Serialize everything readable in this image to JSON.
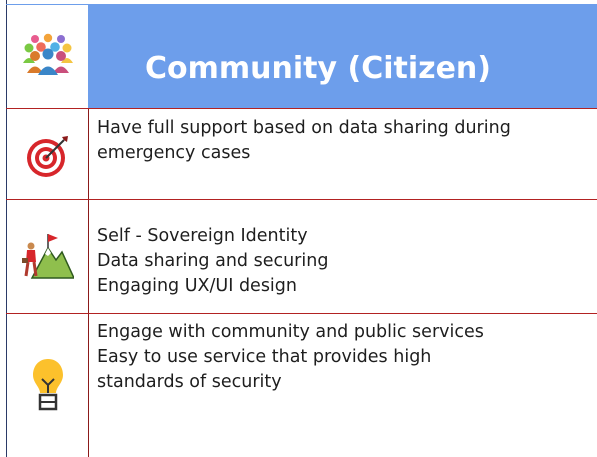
{
  "header": {
    "title": "Community (Citizen)",
    "icon": "people-group-icon"
  },
  "rows": [
    {
      "icon": "target-icon",
      "lines": [
        "Have full support based on data sharing during",
        "emergency cases"
      ]
    },
    {
      "icon": "mountain-flag-climber-icon",
      "lines": [
        "Self - Sovereign Identity",
        "Data sharing and securing",
        "Engaging UX/UI design"
      ]
    },
    {
      "icon": "lightbulb-icon",
      "lines": [
        "Engage with community and public services",
        "Easy to use service that provides high",
        "standards of security"
      ]
    }
  ],
  "colors": {
    "header_band": "#6d9eeb",
    "row_divider": "#b22222",
    "target_red": "#d7262b",
    "bulb_yellow": "#fcc12c"
  }
}
